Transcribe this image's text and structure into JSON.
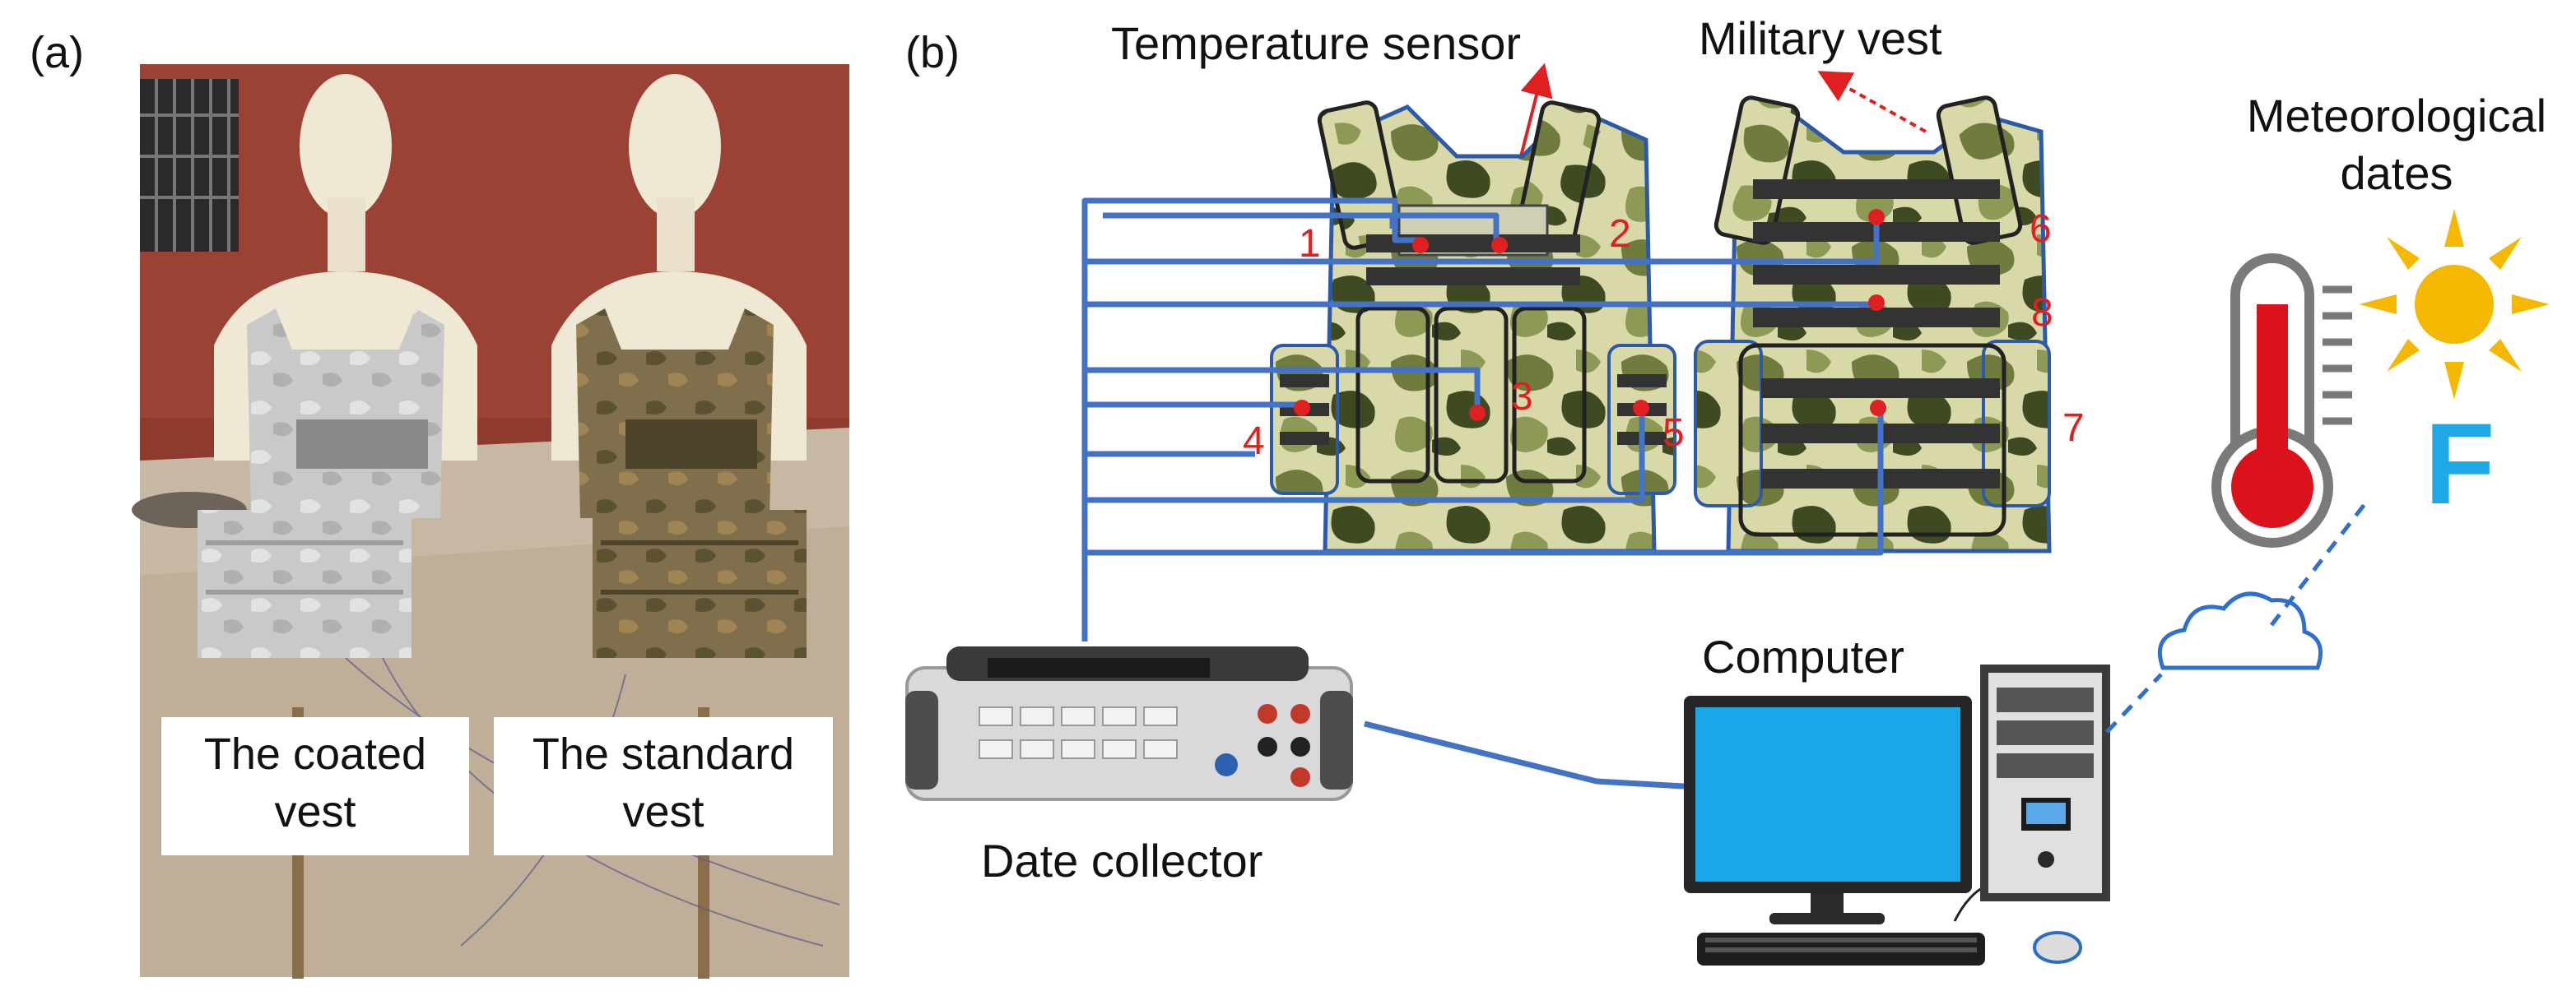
{
  "panels": {
    "a": {
      "label": "(a)",
      "caption_left": [
        "The coated",
        "vest"
      ],
      "caption_right": [
        "The standard",
        "vest"
      ]
    },
    "b": {
      "label": "(b)"
    }
  },
  "labels": {
    "temperature_sensor": "Temperature sensor",
    "military_vest": "Military vest",
    "meteorological": [
      "Meteorological",
      "dates"
    ],
    "computer": "Computer",
    "date_collector": "Date collector",
    "fahrenheit": "F"
  },
  "sensor_numbers": [
    "1",
    "2",
    "3",
    "4",
    "5",
    "6",
    "7",
    "8"
  ],
  "colors": {
    "wire": "#4472c4",
    "sensor": "#e02020",
    "arrow": "#e02020",
    "number": "#e02020",
    "sun": "#f5b800",
    "thermometer": "#d9121b",
    "fahrenheit": "#1fa8e8",
    "cloud": "#2f6fcf"
  },
  "icons": [
    "camouflage-vest-front-icon",
    "camouflage-vest-back-icon",
    "data-logger-icon",
    "desktop-computer-icon",
    "thermometer-icon",
    "sun-icon",
    "cloud-icon"
  ]
}
